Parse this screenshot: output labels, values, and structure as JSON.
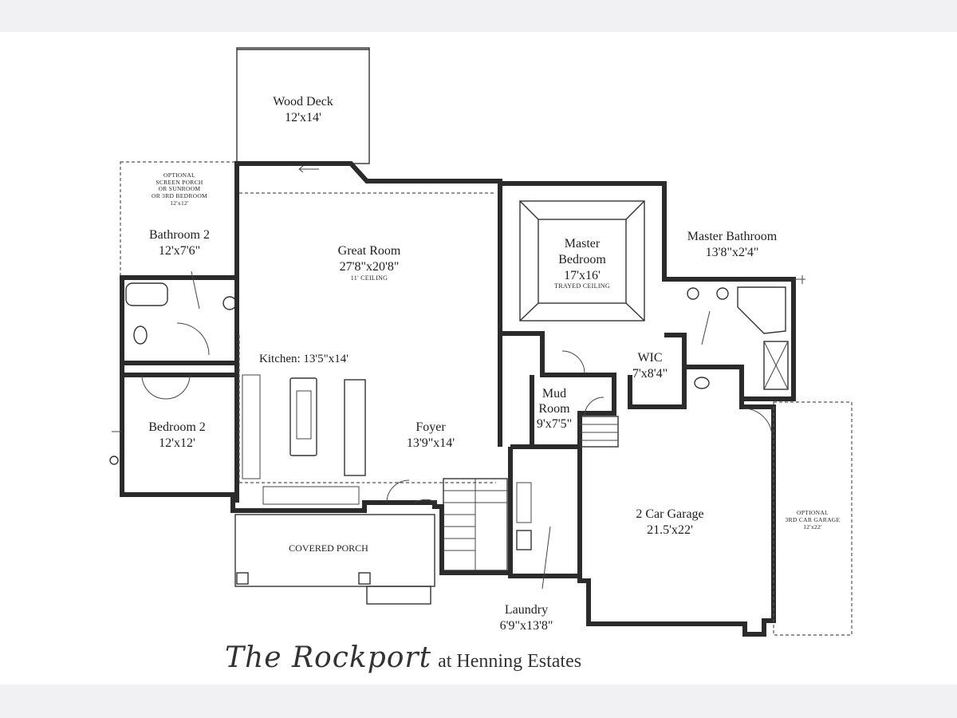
{
  "rooms": {
    "wood_deck": {
      "name": "Wood Deck",
      "size": "12'x14'"
    },
    "optional_porch": {
      "lines": [
        "OPTIONAL",
        "SCREEN PORCH",
        "OR SUNROOM",
        "OR 3RD BEDROOM",
        "12'x12'"
      ]
    },
    "bathroom2": {
      "name": "Bathroom 2",
      "size": "12'x7'6\""
    },
    "great_room": {
      "name": "Great Room",
      "size": "27'8\"x20'8\"",
      "note": "11' CEILING"
    },
    "master_bedroom": {
      "name1": "Master",
      "name2": "Bedroom",
      "size": "17'x16'",
      "note": "TRAYED CEILING"
    },
    "master_bathroom": {
      "name": "Master Bathroom",
      "size": "13'8\"x2'4\""
    },
    "kitchen": {
      "label": "Kitchen: 13'5\"x14'"
    },
    "wic": {
      "name": "WIC",
      "size": "7'x8'4\""
    },
    "mud_room": {
      "name1": "Mud",
      "name2": "Room",
      "size": "9'x7'5\""
    },
    "bedroom2": {
      "name": "Bedroom 2",
      "size": "12'x12'"
    },
    "foyer": {
      "name": "Foyer",
      "size": "13'9\"x14'"
    },
    "garage": {
      "name": "2 Car Garage",
      "size": "21.5'x22'"
    },
    "optional_garage": {
      "lines": [
        "OPTIONAL",
        "3RD CAR GARAGE",
        "12'x22'"
      ]
    },
    "covered_porch": {
      "name": "COVERED PORCH"
    },
    "laundry": {
      "name": "Laundry",
      "size": "6'9\"x13'8\""
    }
  },
  "title": {
    "script": "The Rockport",
    "rest": "at Henning Estates"
  }
}
